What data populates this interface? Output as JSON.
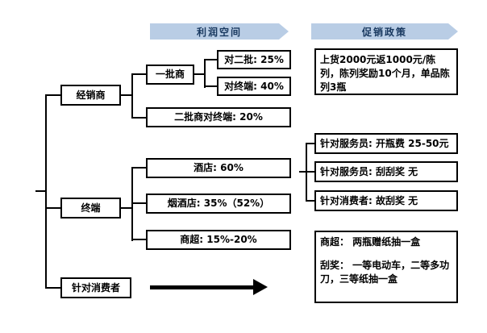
{
  "headers": {
    "profit": "利润空间",
    "promotion": "促销政策"
  },
  "channel": {
    "distributor": "经销商",
    "terminal": "终端",
    "consumer": "针对消费者"
  },
  "profit_nodes": {
    "first_tier": "一批商",
    "to_second_tier": "对二批:  25%",
    "to_terminal": "对终端:  40%",
    "second_tier_to_terminal": "二批商对终端:  20%",
    "hotel": "酒店:  60%",
    "tobacco_shop": "烟酒店:  35%（52%）",
    "supermarket": "商超:  15%-20%"
  },
  "policy_nodes": {
    "stocking": "上货2000元返1000元/陈列，陈列奖励10个月，单品陈列3瓶",
    "waiter_bottle_fee": "针对服务员: 开瓶费  25-50元",
    "waiter_scratch": "针对服务员: 刮刮奖   无",
    "consumer_scratch": "针对消费者: 故刮奖   无",
    "supermarket_gift": "商超：  两瓶赠纸抽一盒",
    "scratch_prizes": "刮奖：  一等电动车，二等多功刀，三等纸抽一盒"
  },
  "colors": {
    "banner_fill": "#b9cde5",
    "banner_text": "#17375e",
    "line": "#000000"
  }
}
